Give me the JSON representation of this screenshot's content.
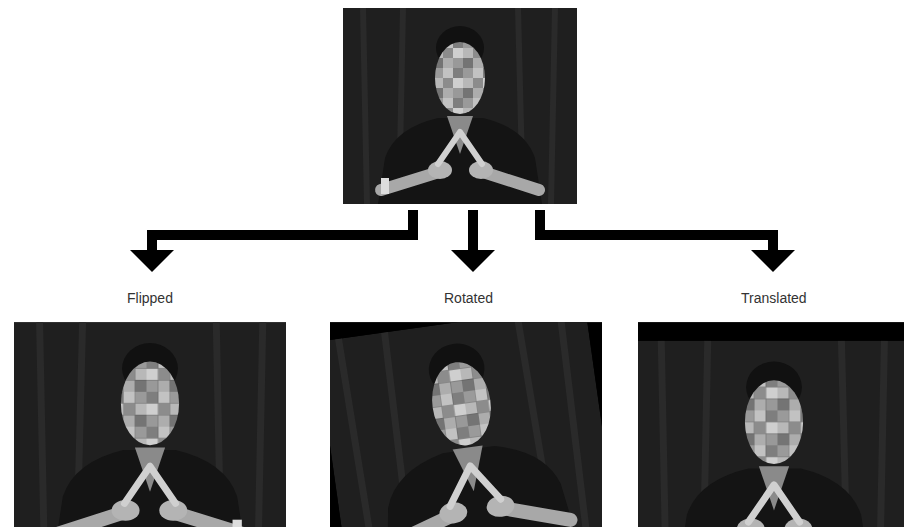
{
  "diagram": {
    "labels": [
      "Flipped",
      "Rotated",
      "Translated"
    ]
  }
}
